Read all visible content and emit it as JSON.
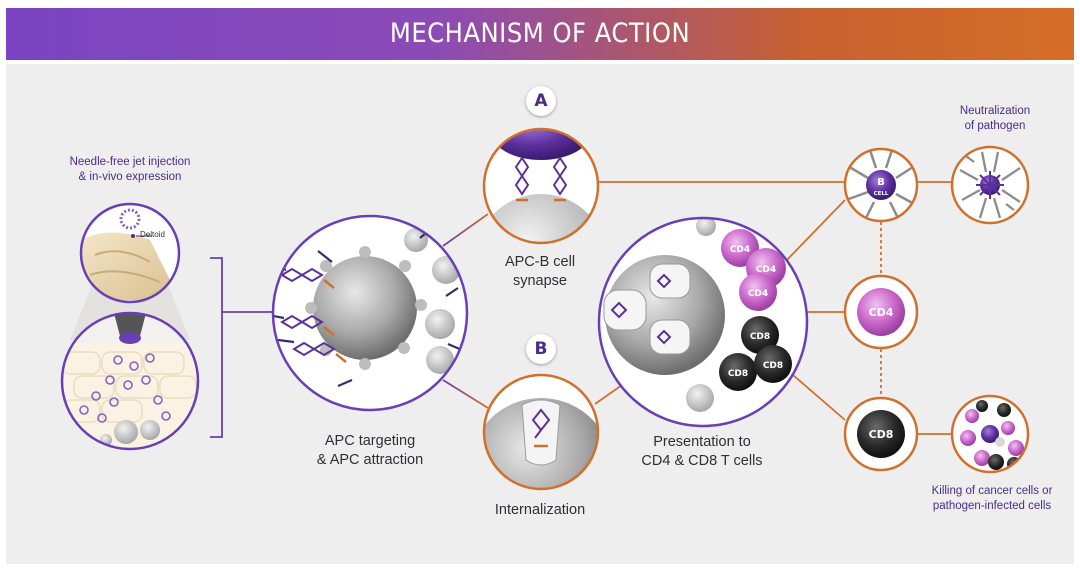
{
  "title": "MECHANISM OF ACTION",
  "steps": {
    "a": "A",
    "b": "B"
  },
  "labels": {
    "injection_l1": "Needle-free jet injection",
    "injection_l2": "& in-vivo expression",
    "deltoid": "Deltoid",
    "apc_l1": "APC targeting",
    "apc_l2": "& APC attraction",
    "synapse_l1": "APC-B cell",
    "synapse_l2": "synapse",
    "internalization": "Internalization",
    "presentation_l1": "Presentation to",
    "presentation_l2": "CD4 & CD8 T cells",
    "neutral_l1": "Neutralization",
    "neutral_l2": "of pathogen",
    "killing_l1": "Killing of cancer cells or",
    "killing_l2": "pathogen-infected cells"
  },
  "cells": {
    "cd4": "CD4",
    "cd8": "CD8",
    "b_letter": "B",
    "b_sub": "CELL"
  },
  "colors": {
    "purple": "#6a3fb5",
    "dark_purple": "#4a2c86",
    "orange": "#d0702d",
    "magenta": "#c061c4",
    "panel": "#efeeee"
  }
}
